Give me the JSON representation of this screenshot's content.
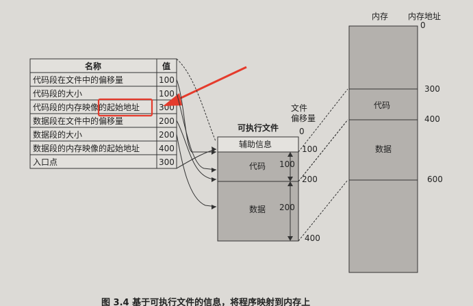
{
  "table": {
    "header_name": "名称",
    "header_value": "值",
    "rows": [
      {
        "name": "代码段在文件中的偏移量",
        "value": "100"
      },
      {
        "name": "代码段的大小",
        "value": "100"
      },
      {
        "name": "代码段的内存映像的起始地址",
        "value": "300"
      },
      {
        "name": "数据段在文件中的偏移量",
        "value": "200"
      },
      {
        "name": "数据段的大小",
        "value": "200"
      },
      {
        "name": "数据段的内存映像的起始地址",
        "value": "400"
      },
      {
        "name": "入口点",
        "value": "300"
      }
    ]
  },
  "file": {
    "title": "可执行文件",
    "offset_label": "文件\n偏移量",
    "aux_label": "辅助信息",
    "code_label": "代码",
    "data_label": "数据",
    "code_size": "100",
    "data_size": "200",
    "offsets": [
      "0",
      "100",
      "200",
      "400"
    ]
  },
  "memory": {
    "title": "内存",
    "address_label": "内存地址",
    "code_label": "代码",
    "data_label": "数据",
    "addresses": [
      "0",
      "300",
      "400",
      "600"
    ]
  },
  "caption": "图 3.4   基于可执行文件的信息，将程序映射到内存上",
  "colors": {
    "line": "#333333",
    "shade": "#b4b1ad",
    "box_bg": "#e4e2de",
    "highlight": "#e53b2c"
  }
}
